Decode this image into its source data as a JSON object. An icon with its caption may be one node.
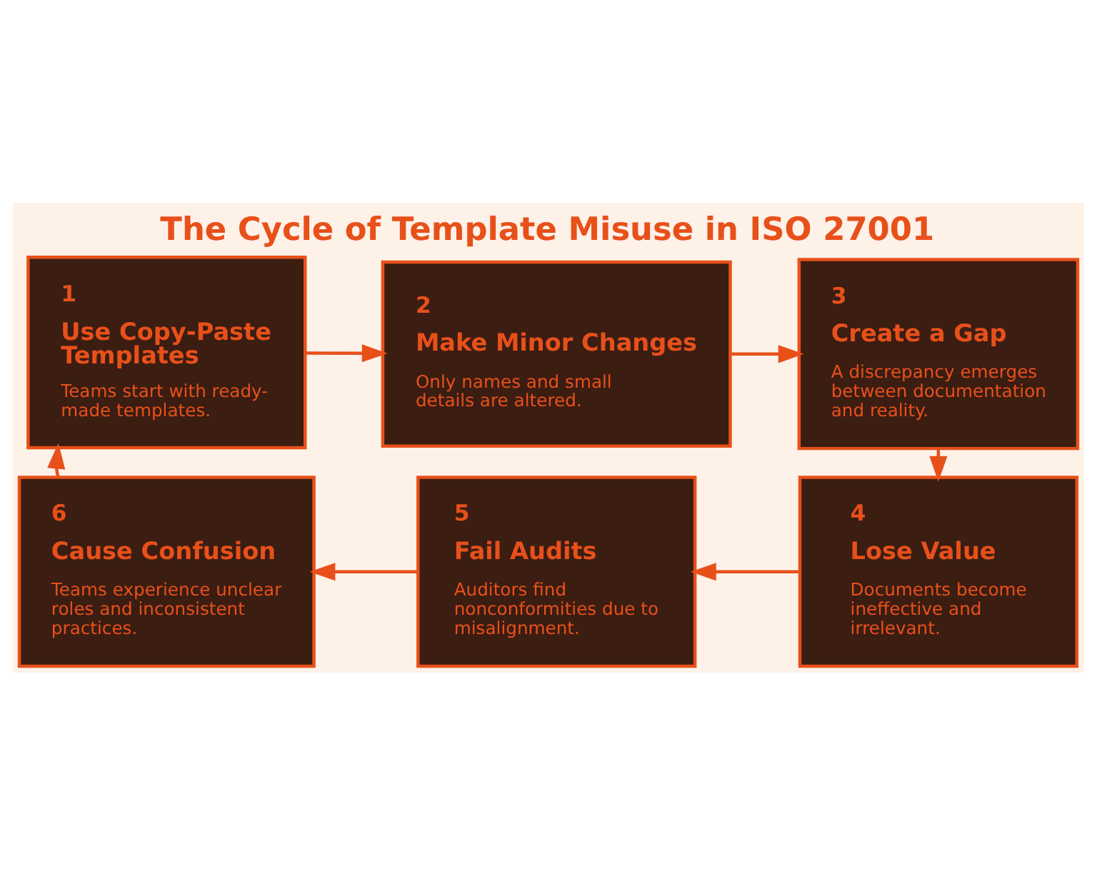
{
  "diagram": {
    "title": "The Cycle of Template Misuse in ISO 27001",
    "nodes": [
      {
        "text": [
          "1",
          "Use Copy-Paste Templates",
          "Teams start with ready-made templates."
        ]
      },
      {
        "text": [
          "2",
          "Make Minor Changes",
          "Only names and small details are altered."
        ]
      },
      {
        "text": [
          "3",
          "Create a Gap",
          "A discrepancy emerges between documentation and reality."
        ]
      },
      {
        "text": [
          "4",
          "Lose Value",
          "Documents become ineffective and irrelevant."
        ]
      },
      {
        "text": [
          "5",
          "Fail Audits",
          "Auditors find nonconformities due to misalignment."
        ]
      },
      {
        "text": [
          "6",
          "Cause Confusion",
          "Teams experience unclear roles and inconsistent practices."
        ]
      }
    ],
    "edges": [
      {
        "from": 0,
        "to": 1,
        "arrow": "to"
      },
      {
        "from": 1,
        "to": 2,
        "arrow": "to"
      },
      {
        "from": 2,
        "to": 3,
        "arrow": "to"
      },
      {
        "from": 3,
        "to": 4,
        "arrow": "to"
      },
      {
        "from": 4,
        "to": 5,
        "arrow": "to"
      },
      {
        "from": 5,
        "to": 0,
        "arrow": "to"
      }
    ]
  }
}
